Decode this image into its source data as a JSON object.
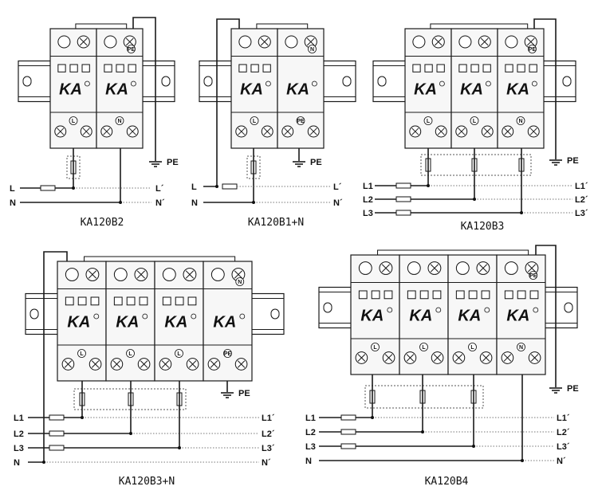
{
  "diagrams": [
    {
      "title": "KA120B2",
      "logo": "KA",
      "top_marks": [
        "",
        "PE"
      ],
      "bottom_marks": [
        "L",
        "N"
      ],
      "left_labels": [
        "L",
        "N"
      ],
      "right_labels": [
        "L´",
        "N´"
      ],
      "pe_label": "PE"
    },
    {
      "title": "KA120B1+N",
      "logo": "KA",
      "top_marks": [
        "",
        "N"
      ],
      "bottom_marks": [
        "L",
        "PE"
      ],
      "left_labels": [
        "L",
        "N"
      ],
      "right_labels": [
        "L´",
        "N´"
      ],
      "pe_label": "PE"
    },
    {
      "title": "KA120B3",
      "logo": "KA",
      "top_marks": [
        "",
        "",
        "PE"
      ],
      "bottom_marks": [
        "L",
        "L",
        "N"
      ],
      "left_labels": [
        "L1",
        "L2",
        "L3"
      ],
      "right_labels": [
        "L1´",
        "L2´",
        "L3´"
      ],
      "pe_label": "PE"
    },
    {
      "title": "KA120B3+N",
      "logo": "KA",
      "top_marks": [
        "",
        "",
        "",
        "N"
      ],
      "bottom_marks": [
        "L",
        "L",
        "L",
        "PE"
      ],
      "left_labels": [
        "L1",
        "L2",
        "L3",
        "N"
      ],
      "right_labels": [
        "L1´",
        "L2´",
        "L3´",
        "N´"
      ],
      "pe_label": "PE"
    },
    {
      "title": "KA120B4",
      "logo": "KA",
      "top_marks": [
        "",
        "",
        "",
        "PE"
      ],
      "bottom_marks": [
        "L",
        "L",
        "L",
        "N"
      ],
      "left_labels": [
        "L1",
        "L2",
        "L3",
        "N"
      ],
      "right_labels": [
        "L1´",
        "L2´",
        "L3´",
        "N´"
      ],
      "pe_label": "PE"
    }
  ]
}
